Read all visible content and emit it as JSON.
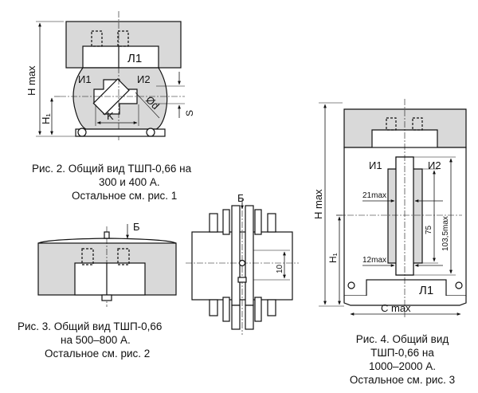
{
  "fig2": {
    "label_l1": "Л1",
    "label_i1": "И1",
    "label_i2": "И2",
    "label_k": "K",
    "label_phi_d": "Ød",
    "label_s": "S",
    "label_hmax": "H max",
    "label_h1": "H₁",
    "caption": [
      "Рис. 2. Общий вид ТШП-0,66 на",
      "300 и 400 А.",
      "Остальное см. рис. 1"
    ]
  },
  "fig3": {
    "label_b_top": "Б",
    "label_b_side": "Б",
    "label_10": "10",
    "caption": [
      "Рис. 3. Общий вид ТШП-0,66",
      "на  500–800 А.",
      "Остальное см. рис. 2"
    ]
  },
  "fig4": {
    "label_i1": "И1",
    "label_i2": "И2",
    "label_l1": "Л1",
    "label_21max": "21max",
    "label_12max": "12max",
    "label_75": "75",
    "label_103": "103,5max",
    "label_hmax": "H max",
    "label_h1": "H₁",
    "label_cmax": "C max",
    "caption": [
      "Рис. 4. Общий вид",
      "ТШП-0,66 на",
      "1000–2000 А.",
      "Остальное см. рис.  3"
    ]
  }
}
